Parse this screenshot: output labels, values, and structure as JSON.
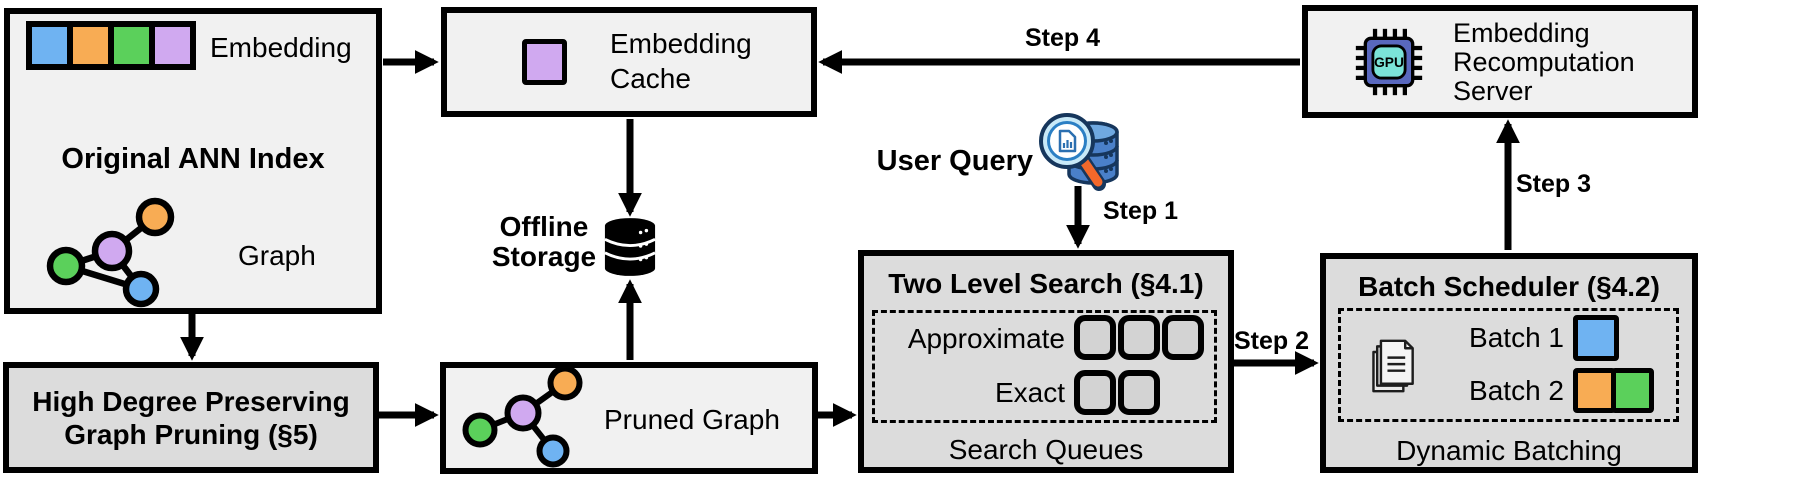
{
  "ann_index": {
    "title": "Original ANN Index",
    "embedding_label": "Embedding",
    "graph_label": "Graph"
  },
  "embedding_cache": {
    "label": "Embedding Cache"
  },
  "offline_storage": {
    "label": "Offline Storage"
  },
  "user_query": {
    "label": "User Query"
  },
  "steps": {
    "step1": "Step 1",
    "step2": "Step 2",
    "step3": "Step 3",
    "step4": "Step 4"
  },
  "two_level_search": {
    "title": "Two Level Search (§4.1)",
    "approximate_label": "Approximate",
    "exact_label": "Exact",
    "footer": "Search Queues"
  },
  "batch_scheduler": {
    "title": "Batch Scheduler (§4.2)",
    "batch1_label": "Batch 1",
    "batch2_label": "Batch 2",
    "footer": "Dynamic Batching"
  },
  "recompute_server": {
    "label": "Embedding Recomputation Server",
    "chip_text": "GPU"
  },
  "graph_pruning": {
    "title": "High Degree Preserving Graph Pruning (§5)"
  },
  "pruned_graph": {
    "label": "Pruned Graph"
  },
  "icons": {
    "offline_storage": "database-icon",
    "user_query": "magnifier-database-icon",
    "recompute_server": "gpu-chip-icon",
    "batch_scheduler": "documents-icon",
    "ann_index": "graph-nodes-icon",
    "pruned_graph": "graph-nodes-icon"
  },
  "colors": {
    "blue": "#6FB3F2",
    "orange": "#F8AC54",
    "green": "#5BD05B",
    "purple": "#D0A9F0",
    "box_light": "#F1F1F1",
    "box_dark": "#DCDCDC",
    "queue_square_fill": "#D3D3D3",
    "gpu_chip_body": "#5968BE",
    "gpu_chip_core": "#7BE3D8",
    "query_db_blue": "#4A80C9",
    "query_db_outline": "#16365C",
    "query_lens_fill": "#C8E9F8",
    "query_handle_orange": "#F2682B"
  }
}
